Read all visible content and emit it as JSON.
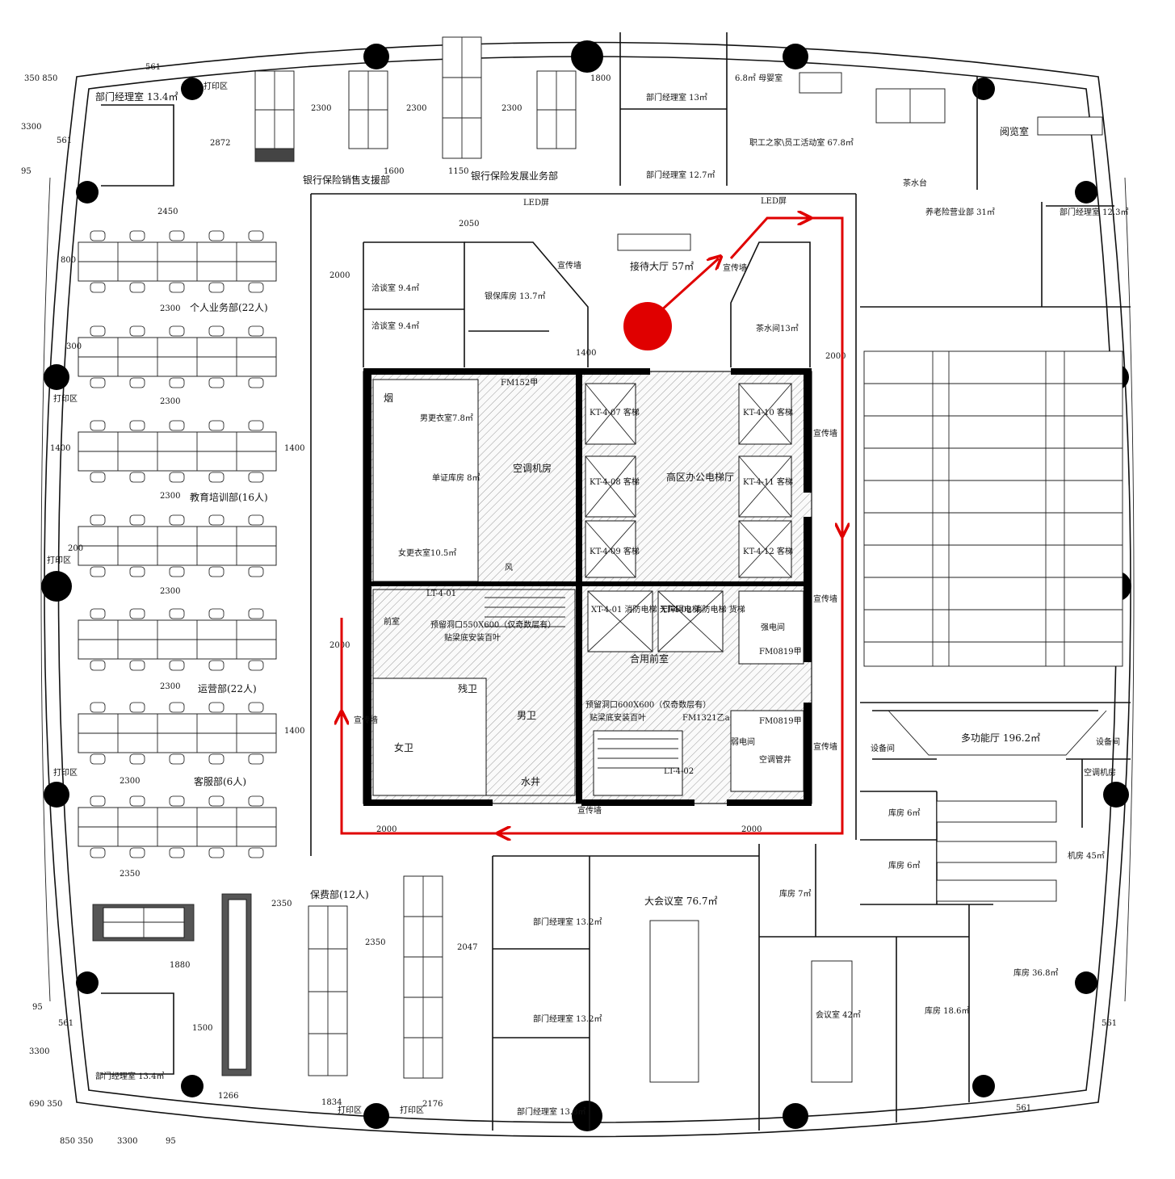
{
  "plan": {
    "rooms": {
      "mgr_tl": "部门经理室 13.4㎡",
      "print_tl": "打印区",
      "sales_support": "银行保险销售支援部",
      "bank_dev": "银行保险发展业务部",
      "mgr_top1": "部门经理室 13㎡",
      "mgr_top2": "部门经理室 12.7㎡",
      "mother": "6.8㎡ 母婴室",
      "staff_home": "职工之家\\员工活动室 67.8㎡",
      "reading": "阅览室",
      "tea_bar": "茶水台",
      "led1": "LED屏",
      "led2": "LED屏",
      "pension": "养老险营业部 31㎡",
      "mgr_tr": "部门经理室 12.3㎡",
      "personal": "个人业务部(22人)",
      "education": "教育培训部(16人)",
      "operation": "运营部(22人)",
      "customer": "客服部(6人)",
      "print_l1": "打印区",
      "print_l2": "打印区",
      "print_l3": "打印区",
      "nego1": "洽谈室 9.4㎡",
      "nego2": "洽谈室 9.4㎡",
      "bank_store": "银保库房 13.7㎡",
      "promo_wall1": "宣传墙",
      "reception": "接待大厅 57㎡",
      "promo_wall2": "宣传墙",
      "tea_room": "茶水间13㎡",
      "smoke": "烟",
      "men_change": "男更衣室7.8㎡",
      "doc_store": "单证库房 8㎡",
      "women_change": "女更衣室10.5㎡",
      "ac_room": "空调机房",
      "elev_hall": "高区办公电梯厅",
      "lift07": "KT-4-07 客梯",
      "lift08": "KT-4-08 客梯",
      "lift09": "KT-4-09 客梯",
      "lift10": "KT-4-10 客梯",
      "lift11": "KT-4-11 客梯",
      "lift12": "KT-4-12 客梯",
      "fm152": "FM152甲",
      "promo_v1": "宣传墙",
      "promo_v2": "宣传墙",
      "promo_v3": "宣传墙",
      "promo_v4": "宣传墙",
      "promo_bottom": "宣传墙",
      "front_room": "前室",
      "lt01": "LT-4-01",
      "hole1": "预留洞口550X600（仅奇数层有）",
      "hole1b": "贴梁底安装百叶",
      "fire_lift1": "XT-4-01 消防电梯 无障碍电梯",
      "fire_lift2": "XT-4-02 消防电梯 货梯",
      "strong_elec": "强电间",
      "fm0819": "FM0819甲",
      "shared_front": "合用前室",
      "hole2": "预留洞口600X600（仅奇数层有）",
      "hole2b": "贴梁底安装百叶",
      "fm1321": "FM1321乙a",
      "fm0819b": "FM0819甲",
      "weak_elec": "弱电间",
      "ac_shaft": "空调管井",
      "lt02": "LT-4-02",
      "women_wc": "女卫",
      "men_wc": "男卫",
      "disabled_wc": "残卫",
      "water_shaft": "水井",
      "air": "风",
      "multi_hall": "多功能厅 196.2㎡",
      "equip1": "设备间",
      "equip2": "设备间",
      "ac_machine": "空调机房",
      "store6a": "库房 6㎡",
      "store6b": "库房 6㎡",
      "machine_room": "机房 45㎡",
      "big_meeting": "大会议室 76.7㎡",
      "store7": "库房 7㎡",
      "meeting42": "会议室 42㎡",
      "store186": "库房 18.6㎡",
      "store368": "库房 36.8㎡",
      "premium": "保费部(12人)",
      "mgr_b1": "部门经理室 13.2㎡",
      "mgr_b2": "部门经理室 13.2㎡",
      "mgr_b3": "部门经理室 13.8㎡",
      "mgr_bl": "部门经理室 13.4㎡",
      "print_b1": "打印区",
      "print_b2": "打印区"
    },
    "dims": {
      "d561_tl": "561",
      "d350": "350 850",
      "d3300_l": "3300",
      "d95_l": "95",
      "d561_l": "561",
      "d2872": "2872",
      "d2300_a": "2300",
      "d2300_b": "2300",
      "d2300_c": "2300",
      "d1800": "1800",
      "d1600": "1600",
      "d1150": "1150",
      "d2450": "2450",
      "d800": "800",
      "d2300_v1": "2300",
      "d300": "300",
      "d2300_v2": "2300",
      "d1400_l": "1400",
      "d1400_r": "1400",
      "d2300_v3": "2300",
      "d200": "200",
      "d2300_v4": "2300",
      "d2300_v5": "2300",
      "d1400_r2": "1400",
      "d2300_v6": "2300",
      "d2350": "2350",
      "d2000_a": "2000",
      "d2050": "2050",
      "d1400_c": "1400",
      "d2000_b": "2000",
      "d2000_c": "2000",
      "d2000_d": "2000",
      "d2000_e": "2000",
      "d1880": "1880",
      "d1500": "1500",
      "d2350_b": "2350",
      "d2350_c": "2350",
      "d2047": "2047",
      "d1266": "1266",
      "d1834": "1834",
      "d2176": "2176",
      "d561_bl": "561",
      "d561_br": "561",
      "d561_r": "561",
      "d95_b": "95",
      "d3300_b": "3300",
      "d690": "690 350",
      "bottom_row": "850 350",
      "bottom_3300": "3300",
      "bottom_95": "95"
    }
  },
  "colors": {
    "route": "#e00000",
    "wall": "#111111",
    "column": "#000000"
  }
}
